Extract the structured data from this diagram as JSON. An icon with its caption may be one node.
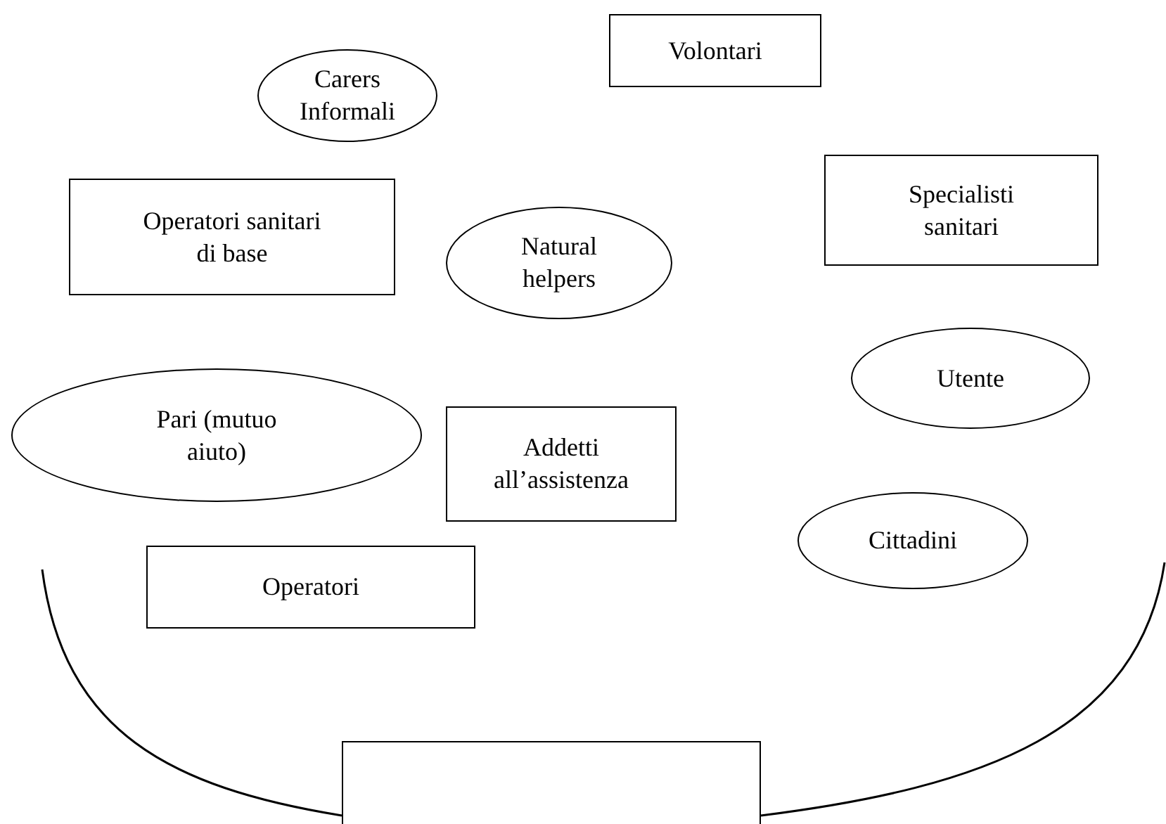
{
  "diagram": {
    "nodes": [
      {
        "text": [
          "Carers Informali"
        ]
      },
      {
        "text": [
          "Volontari"
        ]
      },
      {
        "text": [
          "Operatori sanitari di base"
        ]
      },
      {
        "text": [
          "Natural helpers"
        ]
      },
      {
        "text": [
          "Specialisti sanitari"
        ]
      },
      {
        "text": [
          "Utente"
        ]
      },
      {
        "text": [
          "Pari (mutuo aiuto)"
        ]
      },
      {
        "text": [
          "Addetti all’assistenza"
        ]
      },
      {
        "text": [
          "Cittadini"
        ]
      },
      {
        "text": [
          "Operatori"
        ]
      },
      {
        "text": [],
        "shape": "box"
      }
    ]
  }
}
